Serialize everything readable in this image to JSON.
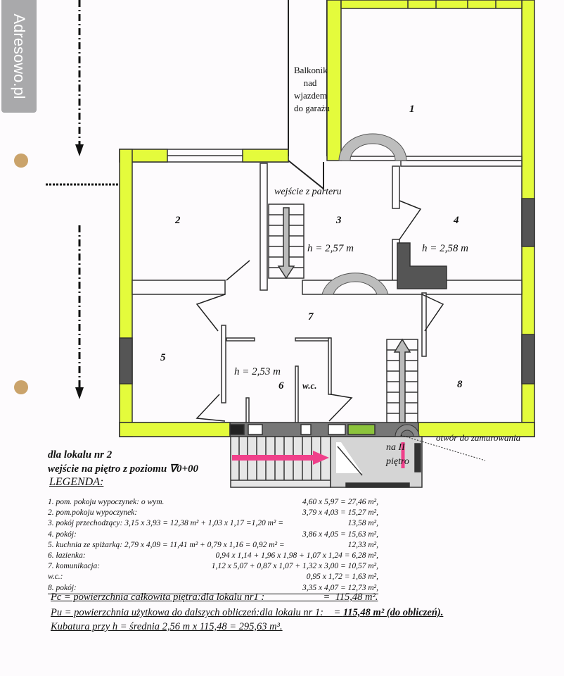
{
  "watermark": "Adresowo.pl",
  "colors": {
    "wall_highlight": "#e4fb3c",
    "wall_dark": "#555555",
    "arrow": "#f0408a",
    "door": "#bdbdbd"
  },
  "plan_labels": {
    "balcony": [
      "Balkonik",
      "nad",
      "wjazdem",
      "do garażu"
    ],
    "entrance": "wejście z parteru",
    "rooms": [
      "1",
      "2",
      "3",
      "4",
      "5",
      "6",
      "7",
      "8"
    ],
    "wc": "w.c.",
    "h3": "h = 2,57 m",
    "h4": "h = 2,58 m",
    "h6": "h = 2,53 m",
    "opening": "otwór do zamurowania",
    "upper_floor": [
      "na II",
      "piętro"
    ]
  },
  "heading": {
    "line1": "dla lokalu nr 2",
    "line2": "wejście na piętro z poziomu ∇0+00",
    "legend_title": "LEGENDA:"
  },
  "legend": [
    {
      "label": "1. pom. pokoju wypoczynek: o wym.",
      "value": "4,60 x 5,97 =   27,46 m²,"
    },
    {
      "label": "2. pom.pokoju wypoczynek:",
      "value": "3,79 x 4,03 =   15,27 m²,"
    },
    {
      "label": "3. pokój przechodzący:  3,15 x 3,93 = 12,38 m² + 1,03 x 1,17 =1,20 m² =",
      "value": "13,58 m²,"
    },
    {
      "label": "4. pokój:",
      "value": "3,86 x 4,05 =  15,63 m²,"
    },
    {
      "label": "5. kuchnia ze spiżarką: 2,79 x 4,09 = 11,41 m² + 0,79 x 1,16 = 0,92 m² =",
      "value": "12,33 m²,"
    },
    {
      "label": "6. łazienka:",
      "value": "0,94 x 1,14 + 1,96 x 1,98 + 1,07 x 1,24 =   6,28 m²,"
    },
    {
      "label": "7. komunikacja:",
      "value": "1,12 x 5,07 + 0,87 x 1,07 + 1,32 x 3,00 =  10,57 m²,"
    },
    {
      "label": " w.c.:",
      "value": "0,95 x 1,72 =   1,63 m²,"
    },
    {
      "label": "8. pokój:",
      "value": "3,35 x 4,07 =  12,73 m²,"
    }
  ],
  "summary": {
    "pc": "Pc = powierzchnia całkowita piętra:dla lokalu nr1 :                       =  115,48 m².",
    "pu_label": "Pu = powierzchnia użytkowa do dalszych obliczeń:dla lokalu nr 1:    = ",
    "pu_value": "115,48 m² (do obliczeń).",
    "kubatura": "Kubatura przy h = średnia 2,56 m x 115,48 = 295,63 m³."
  }
}
